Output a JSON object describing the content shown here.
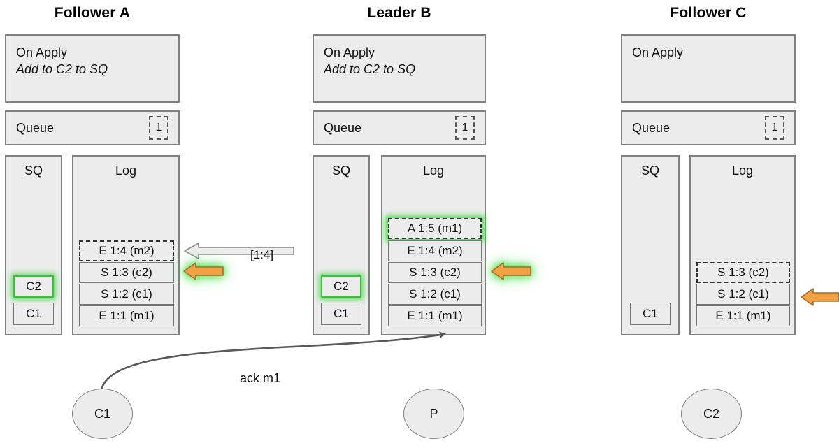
{
  "diagram": {
    "title_hidden": "",
    "colors": {
      "panel_fill": "#ececec",
      "panel_border": "#808080",
      "cell_border": "#777777",
      "highlight_green": "#3fbf3f",
      "arrow_orange": "#f0a144",
      "arrow_grey": "#ededed",
      "curve_grey": "#595959"
    }
  },
  "nodes": [
    {
      "id": "follower-a",
      "title": "Follower A",
      "on_apply": {
        "label": "On Apply",
        "action": "Add to C2 to SQ"
      },
      "queue": {
        "label": "Queue",
        "count": "1"
      },
      "sq": {
        "label": "SQ",
        "items": [
          {
            "text": "C2",
            "style": "glow"
          },
          {
            "text": "C1",
            "style": "plain"
          }
        ]
      },
      "log": {
        "label": "Log",
        "entries": [
          {
            "text": "E 1:4 (m2)",
            "style": "dashed"
          },
          {
            "text": "S 1:3 (c2)",
            "style": "plain"
          },
          {
            "text": "S 1:2 (c1)",
            "style": "plain"
          },
          {
            "text": "E 1:1 (m1)",
            "style": "plain"
          }
        ]
      }
    },
    {
      "id": "leader-b",
      "title": "Leader B",
      "on_apply": {
        "label": "On Apply",
        "action": "Add to C2 to SQ"
      },
      "queue": {
        "label": "Queue",
        "count": "1"
      },
      "sq": {
        "label": "SQ",
        "items": [
          {
            "text": "C2",
            "style": "glow"
          },
          {
            "text": "C1",
            "style": "plain"
          }
        ]
      },
      "log": {
        "label": "Log",
        "entries": [
          {
            "text": "A 1:5 (m1)",
            "style": "glow-dashed"
          },
          {
            "text": "E 1:4 (m2)",
            "style": "plain"
          },
          {
            "text": "S 1:3 (c2)",
            "style": "plain"
          },
          {
            "text": "S 1:2 (c1)",
            "style": "plain"
          },
          {
            "text": "E 1:1 (m1)",
            "style": "plain"
          }
        ]
      }
    },
    {
      "id": "follower-c",
      "title": "Follower C",
      "on_apply": {
        "label": "On Apply",
        "action": ""
      },
      "queue": {
        "label": "Queue",
        "count": "1"
      },
      "sq": {
        "label": "SQ",
        "items": [
          {
            "text": "C1",
            "style": "plain"
          }
        ]
      },
      "log": {
        "label": "Log",
        "entries": [
          {
            "text": "S 1:3 (c2)",
            "style": "dashed"
          },
          {
            "text": "S 1:2 (c1)",
            "style": "plain"
          },
          {
            "text": "E 1:1 (m1)",
            "style": "plain"
          }
        ]
      }
    }
  ],
  "arrows": {
    "replicate_grey": {
      "name": "replicate-arrow-a",
      "label": "[1:4]",
      "direction": "left"
    },
    "commit_a": {
      "name": "commit-arrow-a",
      "direction": "left",
      "highlighted": true
    },
    "commit_b": {
      "name": "commit-arrow-b",
      "direction": "left",
      "highlighted": true
    },
    "commit_c": {
      "name": "commit-arrow-c",
      "direction": "left",
      "highlighted": false
    }
  },
  "clients": [
    {
      "id": "client-c1",
      "label": "C1"
    },
    {
      "id": "producer-p",
      "label": "P"
    },
    {
      "id": "client-c2",
      "label": "C2"
    }
  ],
  "edges": [
    {
      "id": "ack-edge",
      "label": "ack m1",
      "from": "client-c1",
      "to": "leader-b-log"
    }
  ]
}
